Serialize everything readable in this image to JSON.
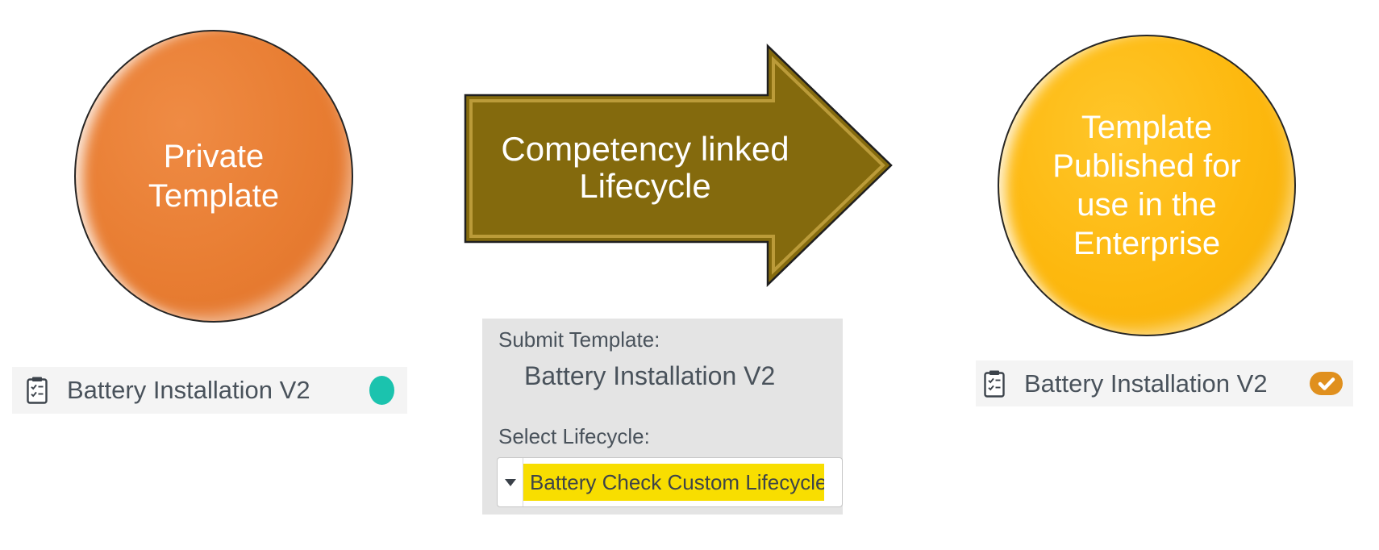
{
  "title": "Template publishing lifecycle diagram",
  "colors": {
    "page_background": "#FFFFFF",
    "private_circle": "#E87D32",
    "arrow_fill": "#846A0D",
    "arrow_bevel": "#C9A845",
    "published_circle": "#FDB80E",
    "panel_background": "#E4E4E4",
    "row_background": "#F4F4F4",
    "text_dark": "#49525B",
    "highlight_yellow": "#F8DE00",
    "draft_dot_teal": "#1BC3AE",
    "published_badge_orange": "#E0901E"
  },
  "stages": {
    "private": {
      "circle_lines": [
        "Private",
        "Template"
      ],
      "item": {
        "name": "Battery Installation V2",
        "icon": "clipboard-checklist-icon",
        "status_icon": "teal-status-dot"
      }
    },
    "transition": {
      "arrow_lines": [
        "Competency linked",
        "Lifecycle"
      ],
      "form": {
        "submit_label": "Submit Template:",
        "template_name": "Battery Installation V2",
        "select_label": "Select Lifecycle:",
        "lifecycle_value": "Battery Check Custom Lifecycle"
      }
    },
    "published": {
      "circle_lines": [
        "Template",
        "Published for",
        "use in the",
        "Enterprise"
      ],
      "item": {
        "name": "Battery Installation V2",
        "icon": "clipboard-checklist-icon",
        "status_icon": "orange-check-badge"
      }
    }
  }
}
